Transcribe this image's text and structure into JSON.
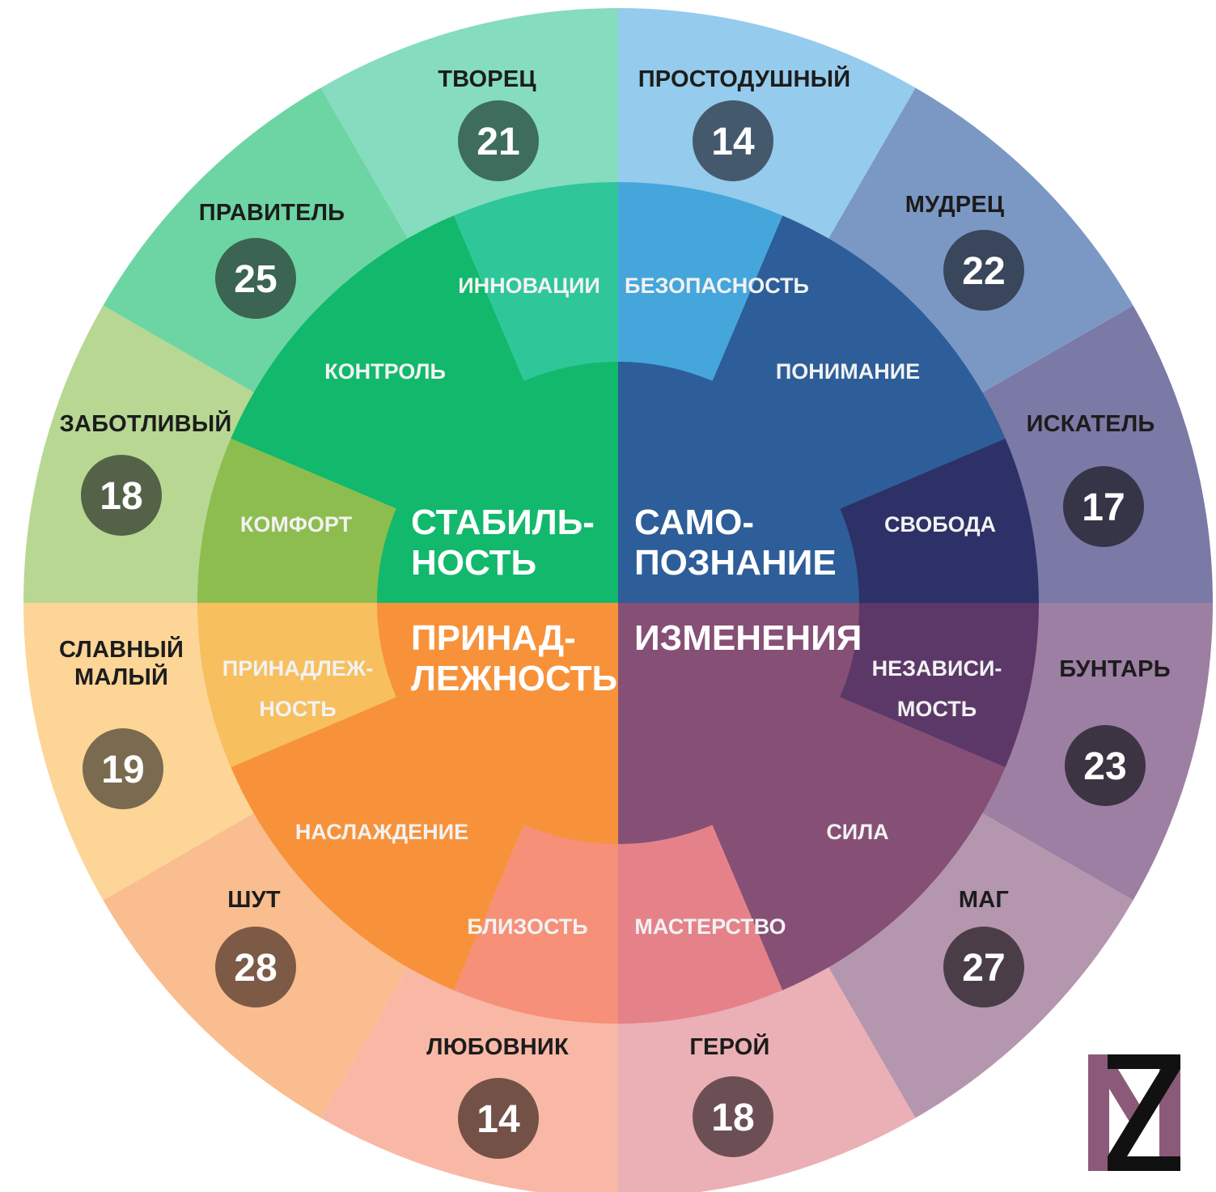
{
  "archetypes": [
    {
      "id": "tvorets",
      "name": [
        "ТВОРЕЦ"
      ],
      "value": "21",
      "color": "#85dcbf",
      "badge": "#3e6d5d"
    },
    {
      "id": "pravitel",
      "name": [
        "ПРАВИТЕЛЬ"
      ],
      "value": "25",
      "color": "#6dd5a3",
      "badge": "#3b6452"
    },
    {
      "id": "zabotlivy",
      "name": [
        "ЗАБОТЛИВЫЙ"
      ],
      "value": "18",
      "color": "#b7d793",
      "badge": "#546247"
    },
    {
      "id": "slavny-maly",
      "name": [
        "СЛАВНЫЙ",
        "МАЛЫЙ"
      ],
      "value": "19",
      "color": "#fcd597",
      "badge": "#7a6a4f"
    },
    {
      "id": "shut",
      "name": [
        "ШУТ"
      ],
      "value": "28",
      "color": "#f9bd8f",
      "badge": "#7c5a45"
    },
    {
      "id": "lyubovnik",
      "name": [
        "ЛЮБОВНИК"
      ],
      "value": "14",
      "color": "#f9b8a6",
      "badge": "#735147"
    },
    {
      "id": "geroy",
      "name": [
        "ГЕРОЙ"
      ],
      "value": "18",
      "color": "#ebb0b5",
      "badge": "#6c4f54"
    },
    {
      "id": "mag",
      "name": [
        "МАГ"
      ],
      "value": "27",
      "color": "#b496ae",
      "badge": "#4b3d48"
    },
    {
      "id": "buntar",
      "name": [
        "БУНТАРЬ"
      ],
      "value": "23",
      "color": "#9c7fa2",
      "badge": "#3c3343"
    },
    {
      "id": "iskatel",
      "name": [
        "ИСКАТЕЛЬ"
      ],
      "value": "17",
      "color": "#7b79a5",
      "badge": "#363548"
    },
    {
      "id": "mudrets",
      "name": [
        "МУДРЕЦ"
      ],
      "value": "22",
      "color": "#7b98c4",
      "badge": "#39465c"
    },
    {
      "id": "prostodushny",
      "name": [
        "ПРОСТОДУШНЫЙ"
      ],
      "value": "14",
      "color": "#95cbec",
      "badge": "#44596c"
    }
  ],
  "values": [
    {
      "id": "innovatsii",
      "label": [
        "ИННОВАЦИИ"
      ],
      "color": "#2fc79a"
    },
    {
      "id": "kontrol",
      "label": [
        "КОНТРОЛЬ"
      ],
      "color": "#12b86c"
    },
    {
      "id": "komfort",
      "label": [
        "КОМФОРТ"
      ],
      "color": "#8dbd4f"
    },
    {
      "id": "prinadlezhnost-value",
      "label": [
        "ПРИНАДЛЕЖ-",
        "НОСТЬ"
      ],
      "color": "#f8bf5e"
    },
    {
      "id": "naslazhdenie",
      "label": [
        "НАСЛАЖДЕНИЕ"
      ],
      "color": "#f8923a"
    },
    {
      "id": "blizost",
      "label": [
        "БЛИЗОСТЬ"
      ],
      "color": "#f69078"
    },
    {
      "id": "masterstvo",
      "label": [
        "МАСТЕРСТВО"
      ],
      "color": "#e58289"
    },
    {
      "id": "sila",
      "label": [
        "СИЛА"
      ],
      "color": "#864f76"
    },
    {
      "id": "nezavisimost",
      "label": [
        "НЕЗАВИСИ-",
        "МОСТЬ"
      ],
      "color": "#5c3868"
    },
    {
      "id": "svoboda",
      "label": [
        "СВОБОДА"
      ],
      "color": "#2d3168"
    },
    {
      "id": "ponimanie",
      "label": [
        "ПОНИМАНИЕ"
      ],
      "color": "#2d5e99"
    },
    {
      "id": "bezopasnost",
      "label": [
        "БЕЗОПАСНОСТЬ"
      ],
      "color": "#45a6dc"
    }
  ],
  "cores": [
    {
      "id": "stabilnost",
      "label": [
        "СТАБИЛЬ-",
        "НОСТЬ"
      ],
      "color": "#12b86c"
    },
    {
      "id": "samopoznanie",
      "label": [
        "САМО-",
        "ПОЗНАНИЕ"
      ],
      "color": "#2d5e99"
    },
    {
      "id": "prinadlezhnost-core",
      "label": [
        "ПРИНАД-",
        "ЛЕЖНОСТЬ"
      ],
      "color": "#f8923a"
    },
    {
      "id": "izmeneniya",
      "label": [
        "ИЗМЕНЕНИЯ"
      ],
      "color": "#864f76"
    }
  ],
  "logo": {
    "text": "MZ",
    "colors": [
      "#8b5a78",
      "#111111"
    ]
  }
}
